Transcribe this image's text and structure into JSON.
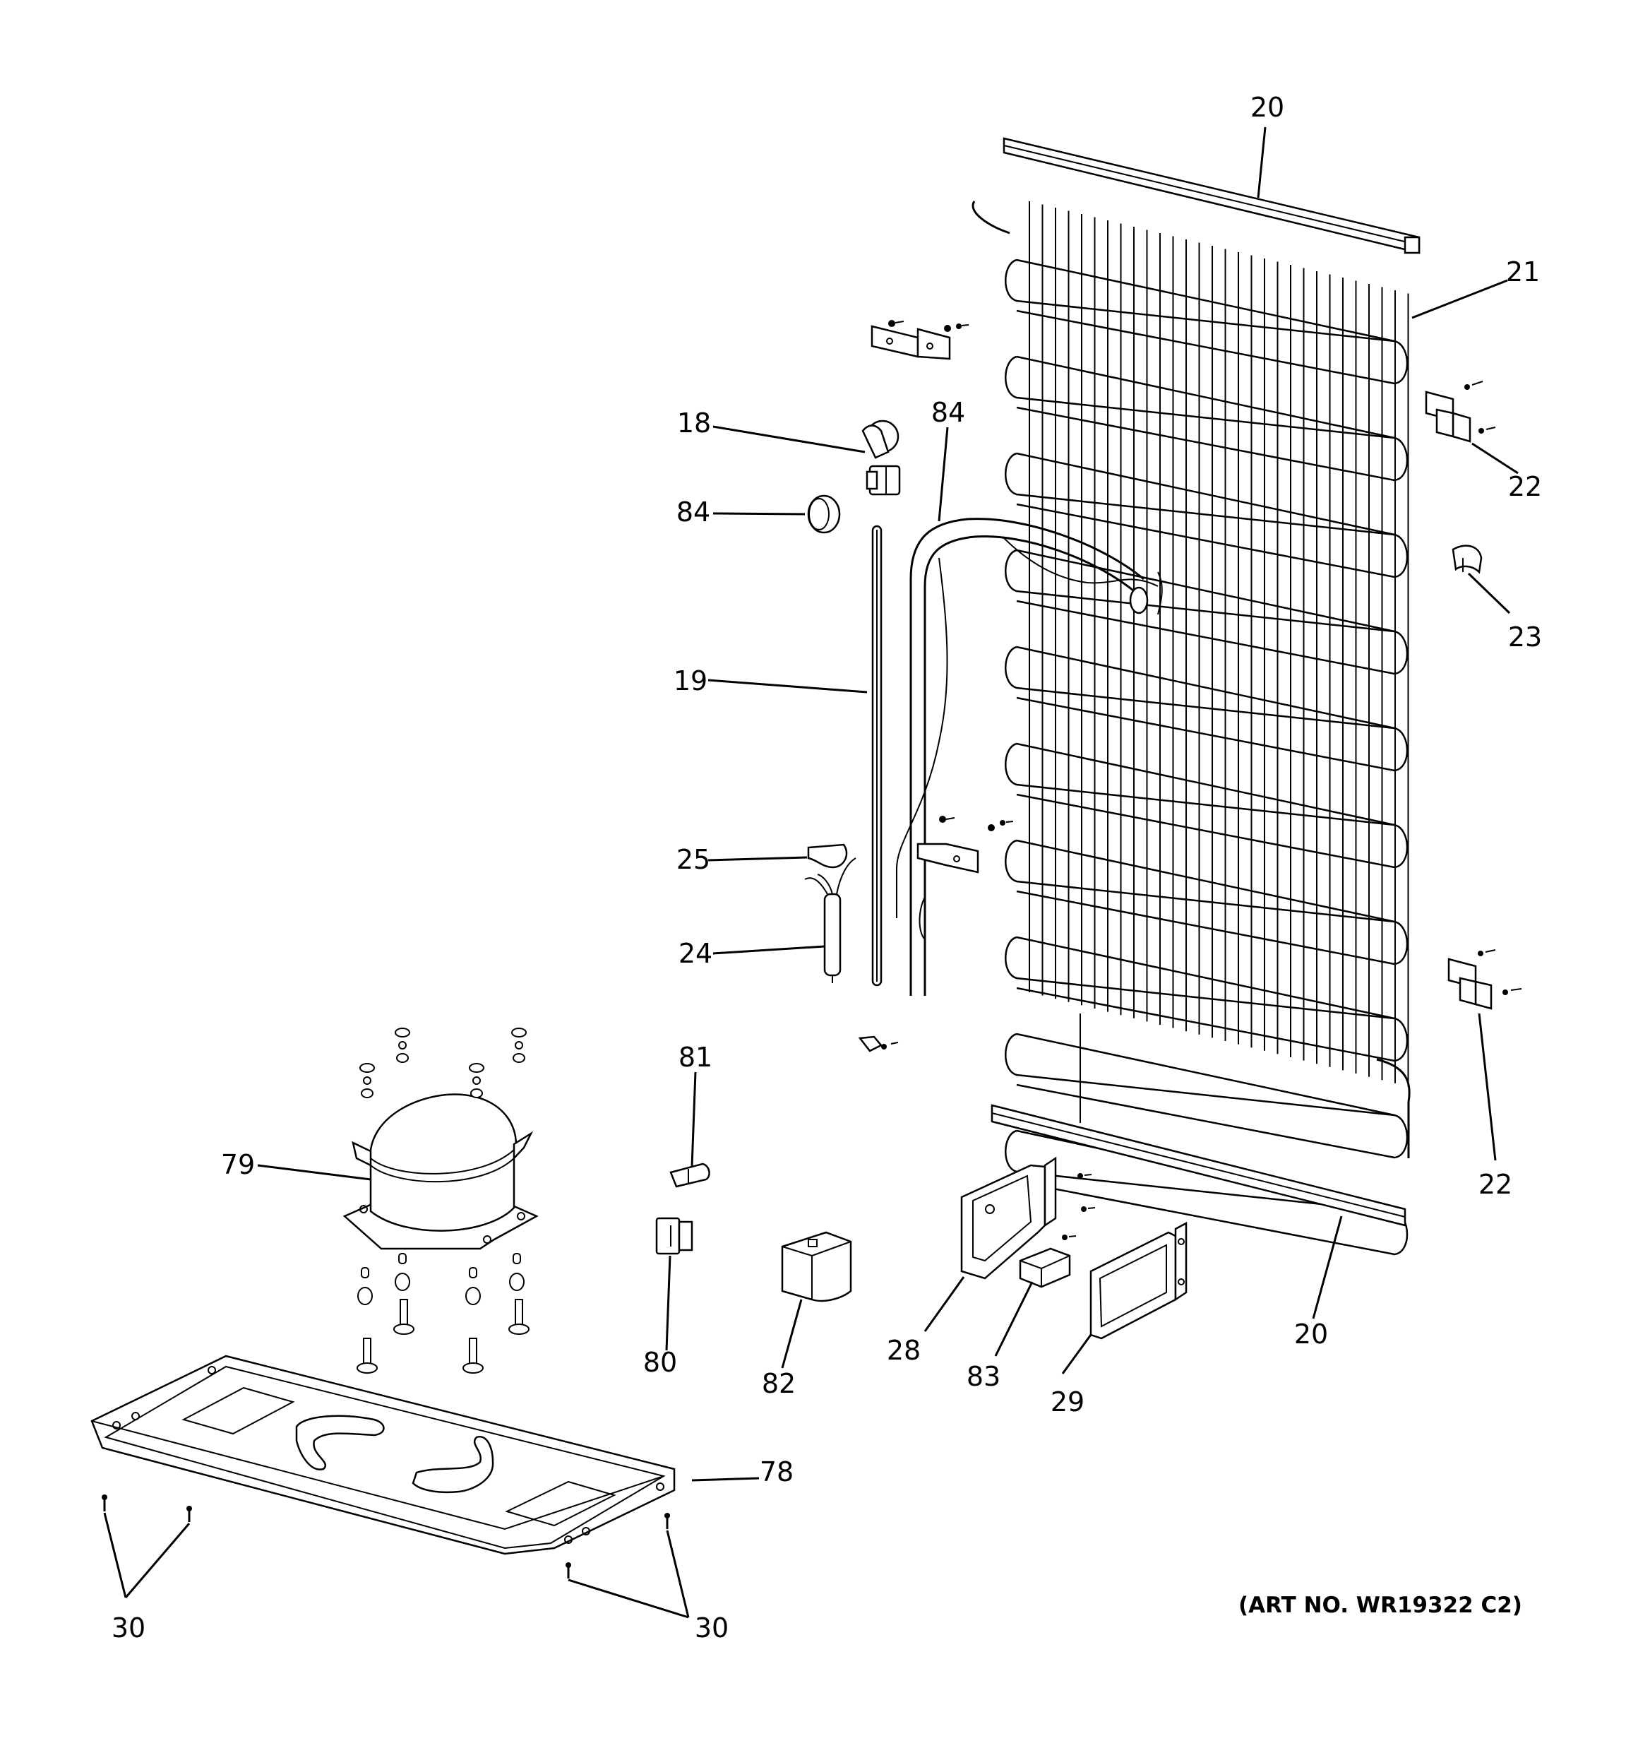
{
  "labels": {
    "l18": "18",
    "l19": "19",
    "l20a": "20",
    "l20b": "20",
    "l21": "21",
    "l22a": "22",
    "l22b": "22",
    "l23": "23",
    "l24": "24",
    "l25": "25",
    "l28": "28",
    "l29": "29",
    "l30a": "30",
    "l30b": "30",
    "l78": "78",
    "l79": "79",
    "l80": "80",
    "l81": "81",
    "l82": "82",
    "l83": "83",
    "l84a": "84",
    "l84b": "84"
  },
  "art_number": "(ART NO. WR19322 C2)"
}
